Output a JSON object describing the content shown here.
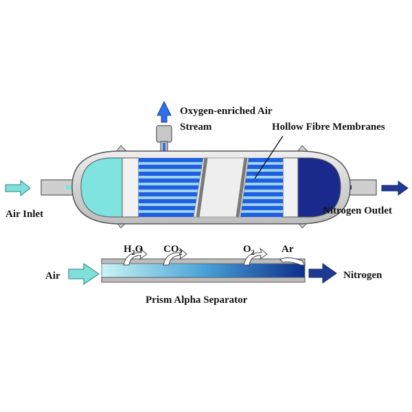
{
  "labels": {
    "oxygen_line1": "Oxygen-enriched Air",
    "oxygen_line2": "Stream",
    "hollow_fibre": "Hollow Fibre Membranes",
    "air_inlet": "Air Inlet",
    "nitrogen_outlet": "Nitrogen Outlet",
    "air": "Air",
    "nitrogen": "Nitrogen",
    "separator": "Prism Alpha Separator"
  },
  "gases": {
    "h2o": {
      "base": "H",
      "sub": "2",
      "tail": "O"
    },
    "co2": {
      "base": "CO",
      "sub": "2",
      "tail": ""
    },
    "o2": {
      "base": "O",
      "sub": "2",
      "tail": ""
    },
    "ar": {
      "base": "Ar",
      "sub": "",
      "tail": ""
    }
  },
  "colors": {
    "inlet_chamber": "#7fe3df",
    "outlet_chamber": "#1a2a8c",
    "fibre_blue": "#1f5fe0",
    "fibre_light": "#9ed3f5",
    "arrow_light": "#7fe0da",
    "arrow_dark": "#1f3a93",
    "oxygen_arrow": "#2f6fe8",
    "shell": "#d0d0d0"
  }
}
